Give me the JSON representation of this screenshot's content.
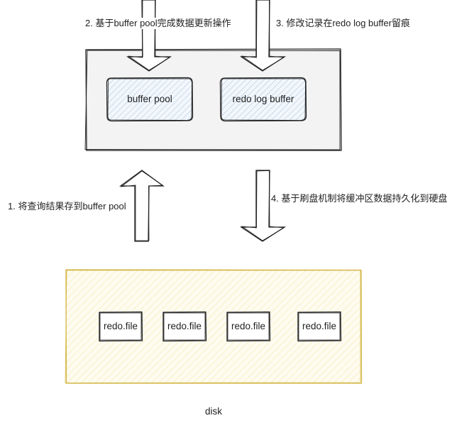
{
  "memory": {
    "buffer_pool": "buffer pool",
    "redo_log_buffer": "redo log buffer"
  },
  "disk": {
    "label": "disk",
    "files": [
      "redo.file",
      "redo.file",
      "redo.file",
      "redo.file"
    ]
  },
  "steps": {
    "step1": "1. 将查询结果存到buffer pool",
    "step2": "2. 基于buffer pool完成数据更新操作",
    "step3": "3. 修改记录在redo log buffer留痕",
    "step4": "4. 基于刷盘机制将缓冲区数据持久化到硬盘"
  },
  "colors": {
    "memory_fill": "#f3f3f3",
    "inner_fill": "#e3edf7",
    "disk_fill": "#fdf9e3",
    "disk_stroke": "#d4b84a",
    "stroke": "#222222"
  }
}
